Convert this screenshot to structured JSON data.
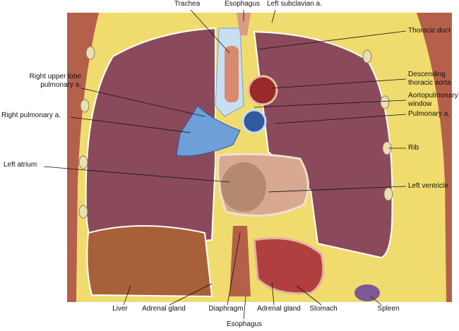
{
  "title": "Coronal section of thorax",
  "labels": {
    "trachea": "Trachea",
    "esophagus_top": "Esophagus",
    "left_subclavian": "Left subclavian a.",
    "thoracic_duct": "Thoracic duct",
    "desc_aorta_1": "Descending",
    "desc_aorta_2": "thoracic aorta",
    "ap_window_1": "Aortopulmonary",
    "ap_window_2": "window",
    "pulmonary_a": "Pulmonary a.",
    "rib": "Rib",
    "left_ventricle": "Left ventricle",
    "right_upper_1": "Right upper lobe",
    "right_upper_2": "pulmonary a.",
    "right_pulmonary": "Right pulmonary a.",
    "left_atrium": "Left atrium",
    "liver": "Liver",
    "adrenal_right": "Adrenal gland",
    "diaphragm": "Diaphragm",
    "esophagus_bottom": "Esophagus",
    "adrenal_left": "Adrenal gland",
    "stomach": "Stomach",
    "spleen": "Spleen"
  },
  "colors": {
    "lung": "#8a4a5c",
    "fat": "#f0dc6e",
    "muscle": "#b5604a",
    "liver": "#a8603a",
    "vessel_blue": "#6f9fd8",
    "aorta": "#9a2a2a"
  }
}
